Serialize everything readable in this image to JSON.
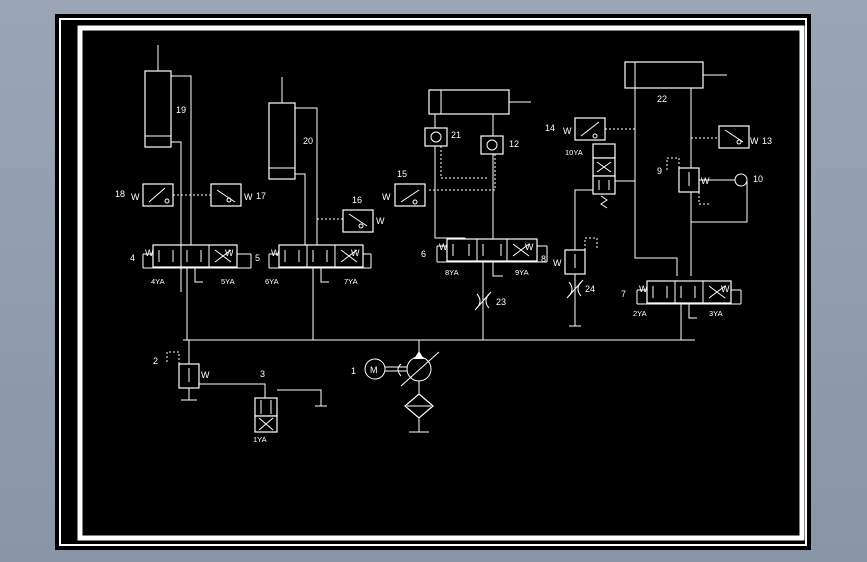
{
  "diagram": {
    "colors": {
      "background": "#000000",
      "line": "#ffffff",
      "page": "#8e9aab"
    },
    "components": {
      "c1": "1",
      "c2": "2",
      "c3": "3",
      "c4": "4",
      "c5": "5",
      "c6": "6",
      "c7": "7",
      "c8": "8",
      "c9": "9",
      "c10": "10",
      "c12": "12",
      "c13": "13",
      "c14": "14",
      "c15": "15",
      "c16": "16",
      "c17": "17",
      "c18": "18",
      "c19": "19",
      "c20": "20",
      "c21": "21",
      "c22": "22",
      "c23": "23",
      "c24": "24"
    },
    "solenoids": {
      "ya1": "1YA",
      "ya2": "2YA",
      "ya3": "3YA",
      "ya4": "4YA",
      "ya5": "5YA",
      "ya6": "6YA",
      "ya7": "7YA",
      "ya8": "8YA",
      "ya9": "9YA",
      "ya10": "10YA"
    },
    "motor_symbol": "M",
    "spring_symbol": "W"
  }
}
